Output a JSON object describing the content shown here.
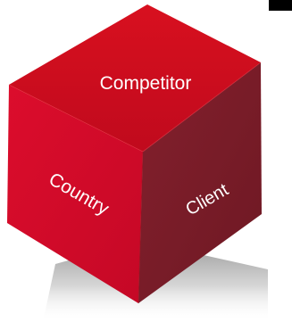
{
  "cube": {
    "faces": {
      "top": {
        "label": "Competitor",
        "color": "#cc0a1e"
      },
      "left": {
        "label": "Country",
        "color": "#d40a2a"
      },
      "right": {
        "label": "Client",
        "color": "#7a1c29"
      }
    },
    "corner_mark_color": "#000000",
    "shadow_color": "#9a9a9a"
  }
}
